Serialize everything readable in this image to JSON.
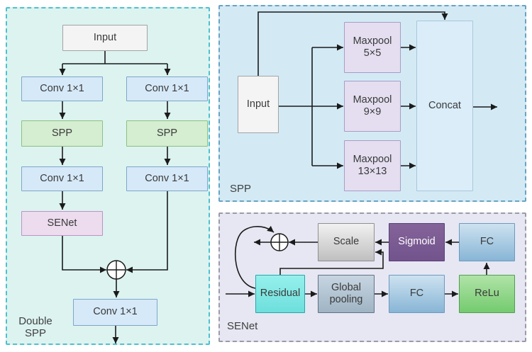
{
  "dspp": {
    "label": "Double SPP",
    "input": "Input",
    "conv_top_left": "Conv 1×1",
    "conv_top_right": "Conv 1×1",
    "spp_left": "SPP",
    "spp_right": "SPP",
    "conv_mid_left": "Conv 1×1",
    "conv_mid_right": "Conv 1×1",
    "senet": "SENet",
    "conv_out": "Conv 1×1"
  },
  "spp": {
    "label": "SPP",
    "input": "Input",
    "maxpool_5": {
      "line1": "Maxpool",
      "line2": "5×5"
    },
    "maxpool_9": {
      "line1": "Maxpool",
      "line2": "9×9"
    },
    "maxpool_13": {
      "line1": "Maxpool",
      "line2": "13×13"
    },
    "concat": "Concat"
  },
  "senet": {
    "label": "SENet",
    "residual": "Residual",
    "global_pooling": {
      "line1": "Global",
      "line2": "pooling"
    },
    "fc_bottom": "FC",
    "relu": "ReLu",
    "fc_top": "FC",
    "sigmoid": "Sigmoid",
    "scale": "Scale"
  },
  "icons": {
    "merge_double_spp": "plus-in-circle",
    "merge_senet": "plus-in-circle"
  },
  "colors": {
    "double_spp_panel_bg": "#dcf3f0",
    "double_spp_panel_border": "#4ec1ce",
    "spp_panel_bg": "#d3eaf5",
    "spp_panel_border": "#6aa3c2",
    "senet_panel_bg": "#e7e7f3",
    "senet_panel_border": "#9b9ba8",
    "input_box": "#f4f4f4",
    "conv_box": "#d6e9f8",
    "spp_box": "#d5edd1",
    "senet_box": "#ecdcee",
    "maxpool_box": "#e4def0",
    "concat_box": "#daedf9",
    "residual_box": "#7fe8e5",
    "global_pooling_box": "#b3c5d3",
    "fc_box": "#a9cde4",
    "relu_box": "#8fd789",
    "sigmoid_box": "#7b5c98",
    "scale_box": "#d9d9d9",
    "line": "#1b1b1b"
  }
}
